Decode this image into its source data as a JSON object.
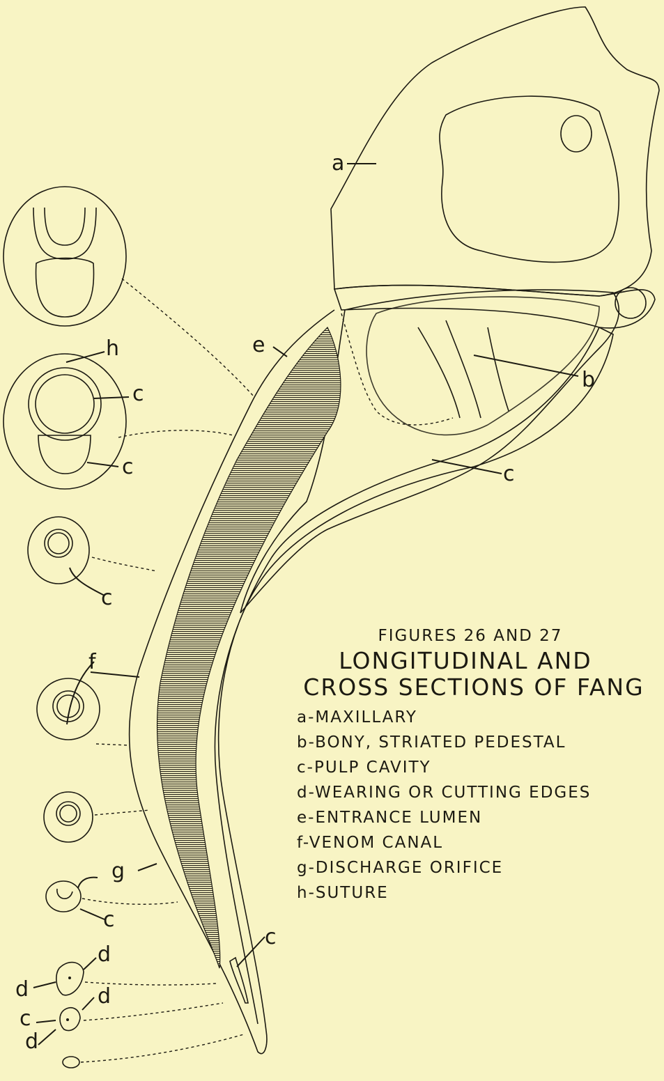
{
  "caption": {
    "heading": "FIGURES 26 AND 27",
    "title_line1": "LONGITUDINAL AND",
    "title_line2": "CROSS SECTIONS OF FANG"
  },
  "legend": [
    {
      "key": "a",
      "text": "a-MAXILLARY"
    },
    {
      "key": "b",
      "text": "b-BONY, STRIATED PEDESTAL"
    },
    {
      "key": "c",
      "text": "c-PULP CAVITY"
    },
    {
      "key": "d",
      "text": "d-WEARING OR CUTTING EDGES"
    },
    {
      "key": "e",
      "text": "e-ENTRANCE LUMEN"
    },
    {
      "key": "f",
      "text": "f-VENOM CANAL"
    },
    {
      "key": "g",
      "text": "g-DISCHARGE ORIFICE"
    },
    {
      "key": "h",
      "text": "h-SUTURE"
    }
  ],
  "labels": {
    "a": "a",
    "b": "b",
    "c": "c",
    "d": "d",
    "e": "e",
    "f": "f",
    "g": "g",
    "h": "h"
  },
  "colors": {
    "background": "#f8f4c4",
    "ink": "#1c1a12",
    "stipple": "#6a6450"
  }
}
